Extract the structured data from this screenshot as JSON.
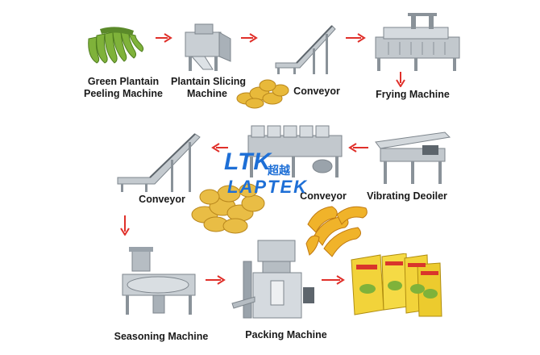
{
  "steps": [
    {
      "label_line1": "Green Plantain",
      "label_line2": "Peeling Machine"
    },
    {
      "label_line1": "Plantain Slicing",
      "label_line2": "Machine"
    },
    {
      "label_line1": "Conveyor",
      "label_line2": ""
    },
    {
      "label_line1": "Frying Machine",
      "label_line2": ""
    },
    {
      "label_line1": "Vibrating Deoiler",
      "label_line2": ""
    },
    {
      "label_line1": "Conveyor",
      "label_line2": ""
    },
    {
      "label_line1": "Conveyor",
      "label_line2": ""
    },
    {
      "label_line1": "Seasoning Machine",
      "label_line2": ""
    },
    {
      "label_line1": "Packing Machine",
      "label_line2": ""
    }
  ],
  "logo": {
    "top": "LTK",
    "chinese": "超越",
    "bottom": "LAPTEK"
  },
  "colors": {
    "arrow": "#e0302a",
    "steel": "#9aa3ab",
    "logo": "#1e6fd6",
    "chips": "#e8b93a",
    "plantain": "#7fb23a"
  }
}
